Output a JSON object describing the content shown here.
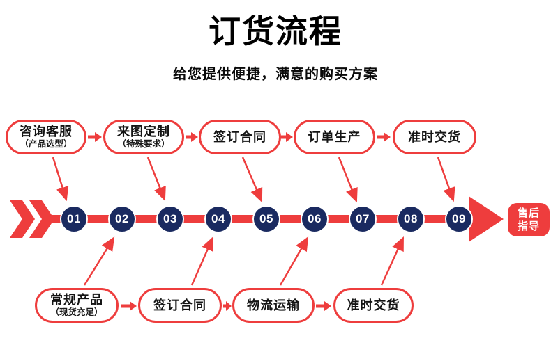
{
  "title": "订货流程",
  "subtitle": "给您提供便捷，满意的购买方案",
  "colors": {
    "accent_red": "#ee3d3d",
    "step_navy": "#1a2a60",
    "text": "#141414"
  },
  "top_row": [
    {
      "label": "咨询客服",
      "sublabel": "（产品选型）"
    },
    {
      "label": "来图定制",
      "sublabel": "（特殊要求）"
    },
    {
      "label": "签订合同"
    },
    {
      "label": "订单生产"
    },
    {
      "label": "准时交货"
    }
  ],
  "bottom_row": [
    {
      "label": "常规产品",
      "sublabel": "（现货充足）"
    },
    {
      "label": "签订合同"
    },
    {
      "label": "物流运输"
    },
    {
      "label": "准时交货"
    }
  ],
  "timeline": {
    "steps": [
      "01",
      "02",
      "03",
      "04",
      "05",
      "06",
      "07",
      "08",
      "09"
    ]
  },
  "end_badge": {
    "line1": "售后",
    "line2": "指导"
  }
}
